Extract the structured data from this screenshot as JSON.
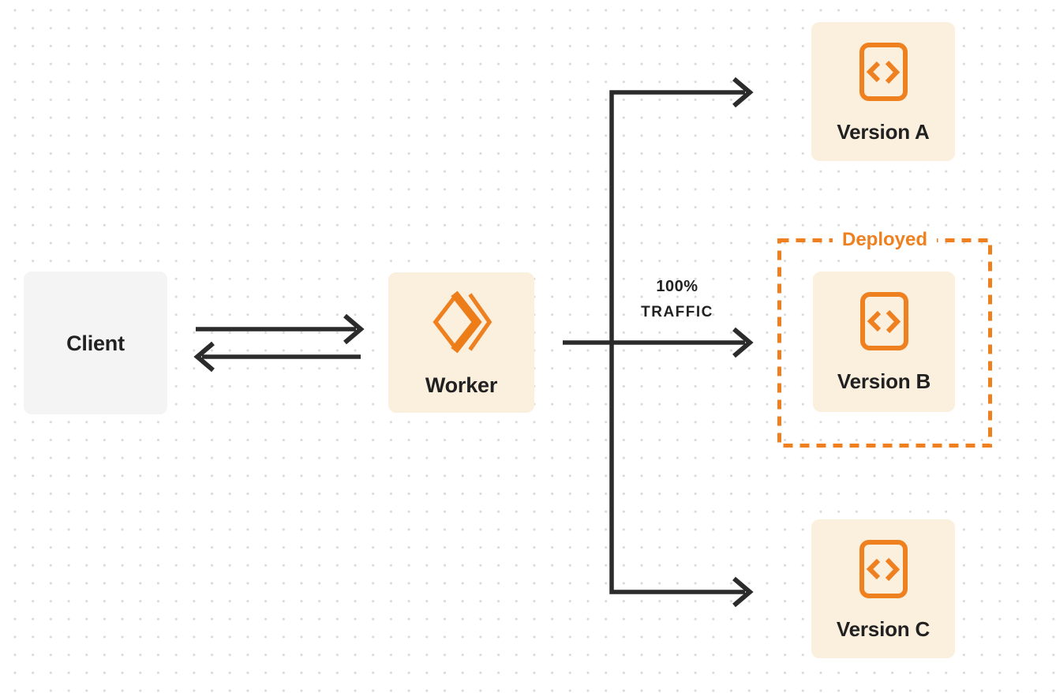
{
  "nodes": {
    "client": {
      "label": "Client"
    },
    "worker": {
      "label": "Worker"
    },
    "versions": [
      {
        "label": "Version A",
        "deployed": false
      },
      {
        "label": "Version B",
        "deployed": true
      },
      {
        "label": "Version C",
        "deployed": false
      }
    ]
  },
  "labels": {
    "deployed_badge": "Deployed",
    "traffic_percent": "100%",
    "traffic_word": "TRAFFIC"
  },
  "edges": [
    {
      "from": "client",
      "to": "worker",
      "direction": "right"
    },
    {
      "from": "worker",
      "to": "client",
      "direction": "left"
    },
    {
      "from": "worker",
      "to": "version-a"
    },
    {
      "from": "worker",
      "to": "version-b",
      "label": "100% TRAFFIC"
    },
    {
      "from": "worker",
      "to": "version-c"
    }
  ],
  "icons": {
    "worker_icon": "workers-logo-icon",
    "version_icon": "code-file-icon"
  },
  "colors": {
    "orange": "#EE8020",
    "orange_deep": "#ED7D19",
    "cream": "#FBEFDE",
    "light_gray": "#F4F4F5",
    "ink": "#212121",
    "arrow": "#2B2B2B",
    "grid_dot": "#DADADA",
    "background": "#FFFFFF"
  }
}
